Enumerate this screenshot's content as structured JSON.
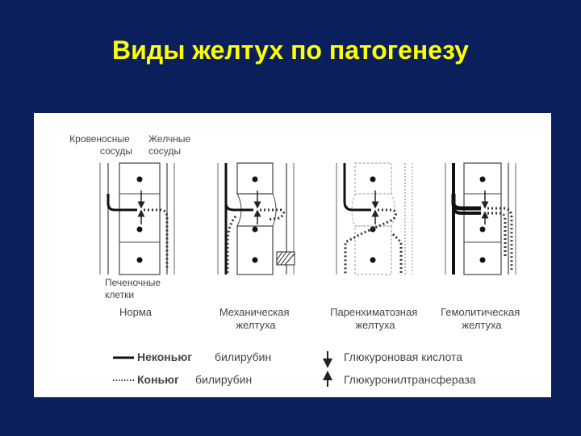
{
  "slide": {
    "title": "Виды желтух по патогенезу"
  },
  "diagram": {
    "labels": {
      "blood_vessels": [
        "Кровеносные",
        "сосуды"
      ],
      "bile_ducts": [
        "Желчные",
        "сосуды"
      ],
      "liver_cells": [
        "Печеночные",
        "клетки"
      ]
    },
    "panels": [
      {
        "name": [
          "Норма"
        ]
      },
      {
        "name": [
          "Механическая",
          "желтуха"
        ]
      },
      {
        "name": [
          "Паренхиматозная",
          "желтуха"
        ]
      },
      {
        "name": [
          "Гемолитическая",
          "желтуха"
        ]
      }
    ],
    "legend": {
      "unconjugated": "Неконьюг",
      "conjugated": "Коньюг",
      "bilirubin": "билирубин",
      "glucuronic_acid": "Глюкуроновая кислота",
      "transferase": "Глюкуронилтрансфераза"
    }
  }
}
